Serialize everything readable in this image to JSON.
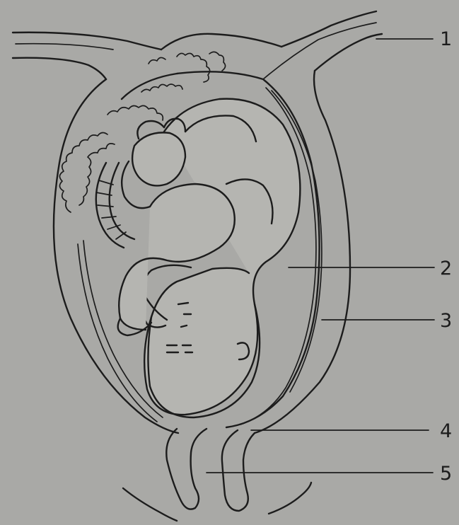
{
  "labels": [
    {
      "id": "1",
      "text": "1"
    },
    {
      "id": "2",
      "text": "2"
    },
    {
      "id": "3",
      "text": "3"
    },
    {
      "id": "4",
      "text": "4"
    },
    {
      "id": "5",
      "text": "5"
    }
  ],
  "colors": {
    "background": "#a9a9a6",
    "ink": "#1c1c1c"
  }
}
